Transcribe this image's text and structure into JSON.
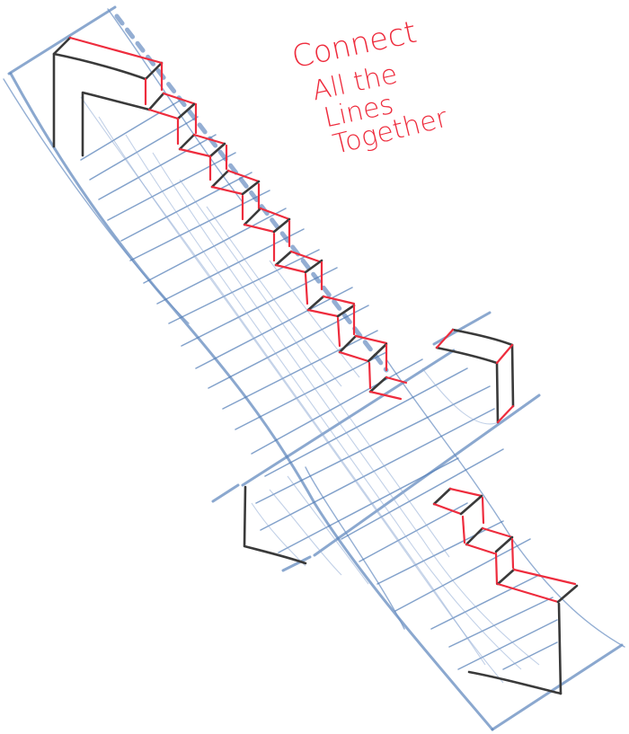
{
  "drawing": {
    "subject": "pixel sword outline sketch",
    "colors": {
      "guide_blue": "#5a83bb",
      "grid_blue": "#4f7ab5",
      "outline_black": "#3a3a3a",
      "connector_red": "#ee2c3d",
      "background": "#ffffff"
    }
  },
  "annotation": {
    "lines": [
      "Connect",
      "All the",
      "Lines",
      "Together"
    ],
    "color": "#ee2c3d"
  }
}
